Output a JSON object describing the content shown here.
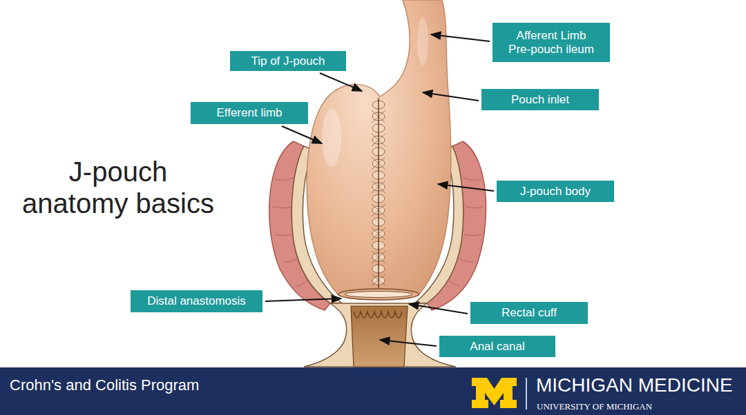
{
  "diagram": {
    "title": "J-pouch anatomy basics",
    "nodes": [
      {
        "text": [
          "Afferent Limb Pre-pouch ileum"
        ]
      },
      {
        "text": [
          "Tip of J-pouch"
        ]
      },
      {
        "text": [
          "Pouch inlet"
        ]
      },
      {
        "text": [
          "Efferent limb"
        ]
      },
      {
        "text": [
          "J-pouch body"
        ]
      },
      {
        "text": [
          "Distal anastomosis"
        ]
      },
      {
        "text": [
          "Rectal cuff"
        ]
      },
      {
        "text": [
          "Anal canal"
        ]
      },
      {
        "text": [
          "Crohn's and Colitis Program",
          "MICHIGAN MEDICINE",
          "UNIVERSITY OF MICHIGAN"
        ]
      }
    ]
  }
}
